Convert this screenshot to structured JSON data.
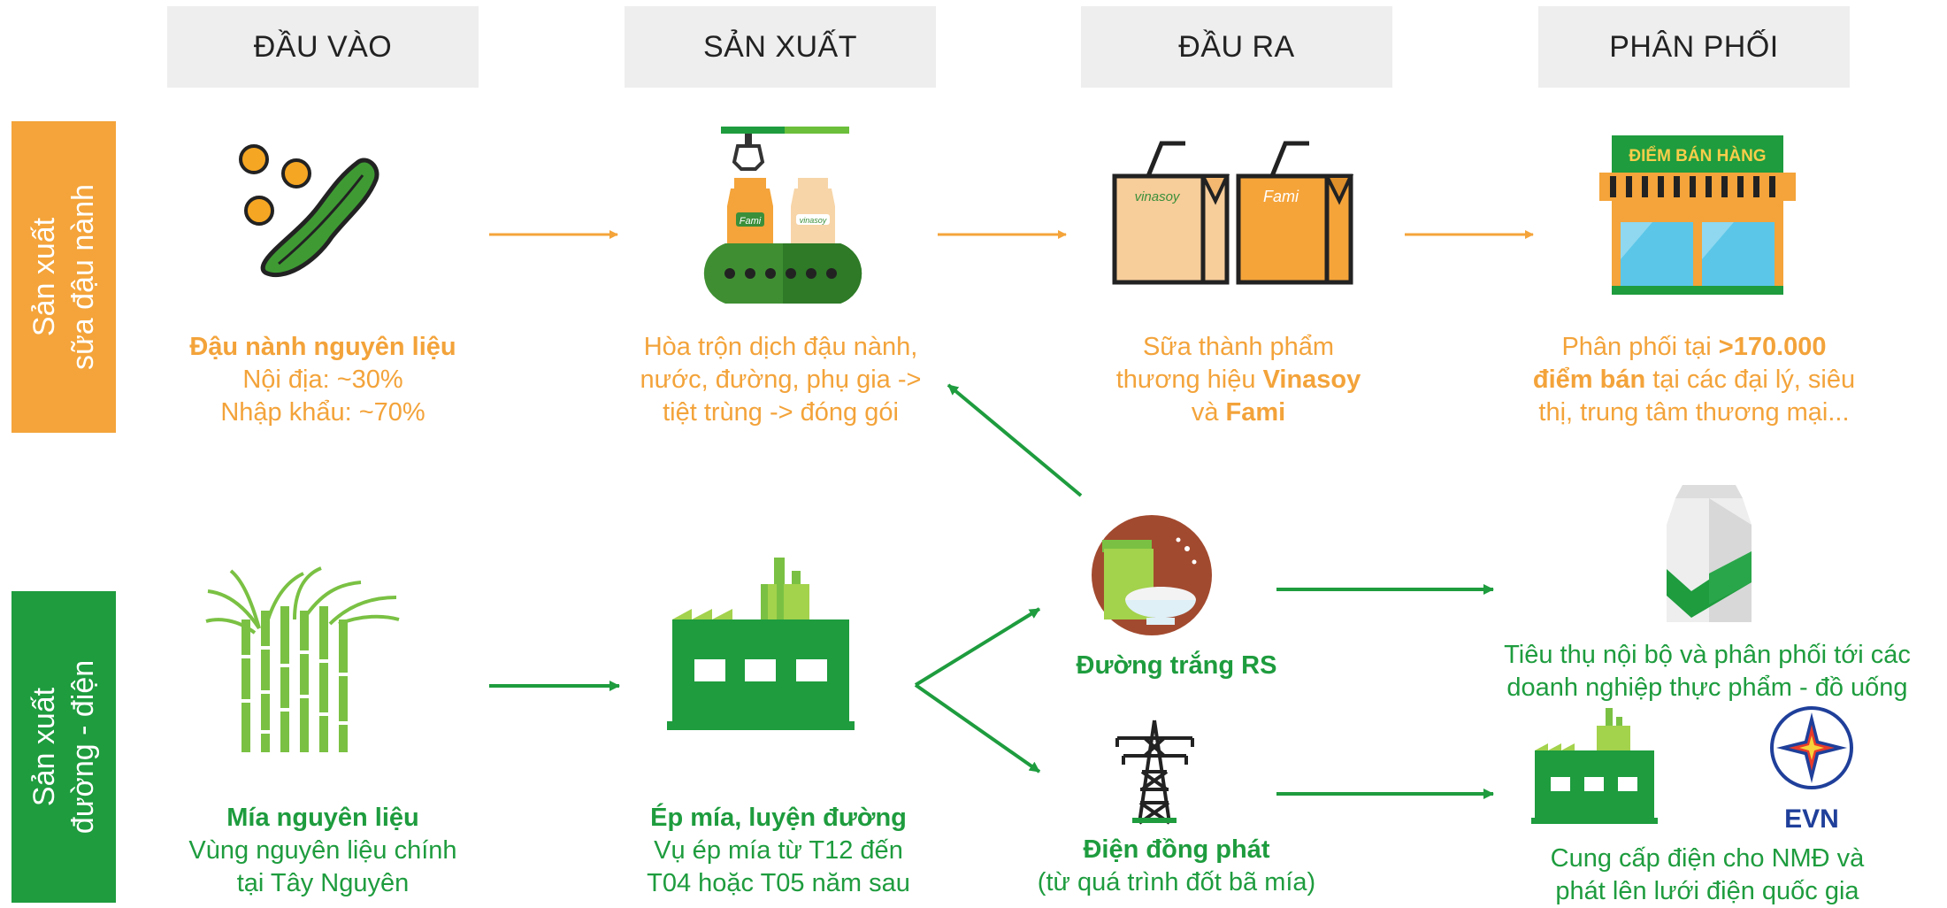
{
  "columns": {
    "input": "ĐẦU VÀO",
    "production": "SẢN XUẤT",
    "output": "ĐẦU RA",
    "distribution": "PHÂN PHỐI"
  },
  "rows": {
    "soy": {
      "line1": "Sản xuất",
      "line2": "sữa đậu nành",
      "color": "#f4a43a"
    },
    "sugar": {
      "line1": "Sản xuất",
      "line2": "đường - điện",
      "color": "#1e9c3e"
    }
  },
  "soy": {
    "input": {
      "line1": "Đậu nành nguyên liệu",
      "line2": "Nội địa: ~30%",
      "line3": "Nhập khẩu: ~70%"
    },
    "production": {
      "line1": "Hòa trộn dịch đậu nành,",
      "line2": "nước, đường, phụ gia ->",
      "line3": "tiệt trùng -> đóng gói"
    },
    "output": {
      "line1": "Sữa thành phẩm",
      "line2_pre": "thương hiệu ",
      "line2_brand": "Vinasoy",
      "line3_pre": "và ",
      "line3_brand": "Fami"
    },
    "distribution": {
      "line1_pre": "Phân phối tại ",
      "line1_bold": ">170.000",
      "line2_bold": "điểm bán",
      "line2_post": " tại các đại lý, siêu",
      "line3": "thị, trung tâm thương mại..."
    },
    "labels": {
      "vinasoy_pack": "vinasoy",
      "fami_pack": "Fami",
      "bottle_fami": "Fami",
      "bottle_vinasoy": "vinasoy",
      "shop_sign": "ĐIỂM BÁN HÀNG"
    }
  },
  "sugar": {
    "input": {
      "line1": "Mía nguyên liệu",
      "line2": "Vùng nguyên liệu chính",
      "line3": "tại Tây Nguyên"
    },
    "production": {
      "line1": "Ép mía, luyện đường",
      "line2": "Vụ ép mía từ T12 đến",
      "line3": "T04 hoặc T05 năm sau"
    },
    "sugar_out": "Đường trắng RS",
    "power_out": {
      "line1": "Điện đồng phát",
      "line2": "(từ quá trình đốt bã mía)"
    },
    "sugar_dist": {
      "line1": "Tiêu thụ nội bộ và phân phối tới các",
      "line2": "doanh nghiệp thực phẩm - đồ uống"
    },
    "power_dist": {
      "line1": "Cung cấp điện cho NMĐ và",
      "line2": "phát lên lưới điện quốc gia"
    },
    "evn_label": "EVN"
  },
  "colors": {
    "orange": "#f4a43a",
    "green": "#1e9c3e",
    "header_bg": "#eeeeee"
  }
}
